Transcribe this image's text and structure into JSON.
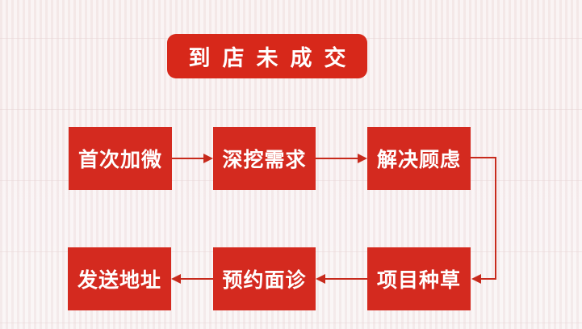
{
  "title": {
    "label": "到店未成交"
  },
  "steps": [
    {
      "label": "首次加微"
    },
    {
      "label": "深挖需求"
    },
    {
      "label": "解决顾虑"
    },
    {
      "label": "发送地址"
    },
    {
      "label": "预约面诊"
    },
    {
      "label": "项目种草"
    }
  ],
  "sequence": [
    "首次加微",
    "深挖需求",
    "解决顾虑",
    "项目种草",
    "预约面诊",
    "发送地址"
  ],
  "colors": {
    "title_red": "#d7281a",
    "box_red": "#d42a1f",
    "arrow_red": "#c72a1c",
    "text": "#ffffff",
    "background": "#f8f1f0"
  }
}
